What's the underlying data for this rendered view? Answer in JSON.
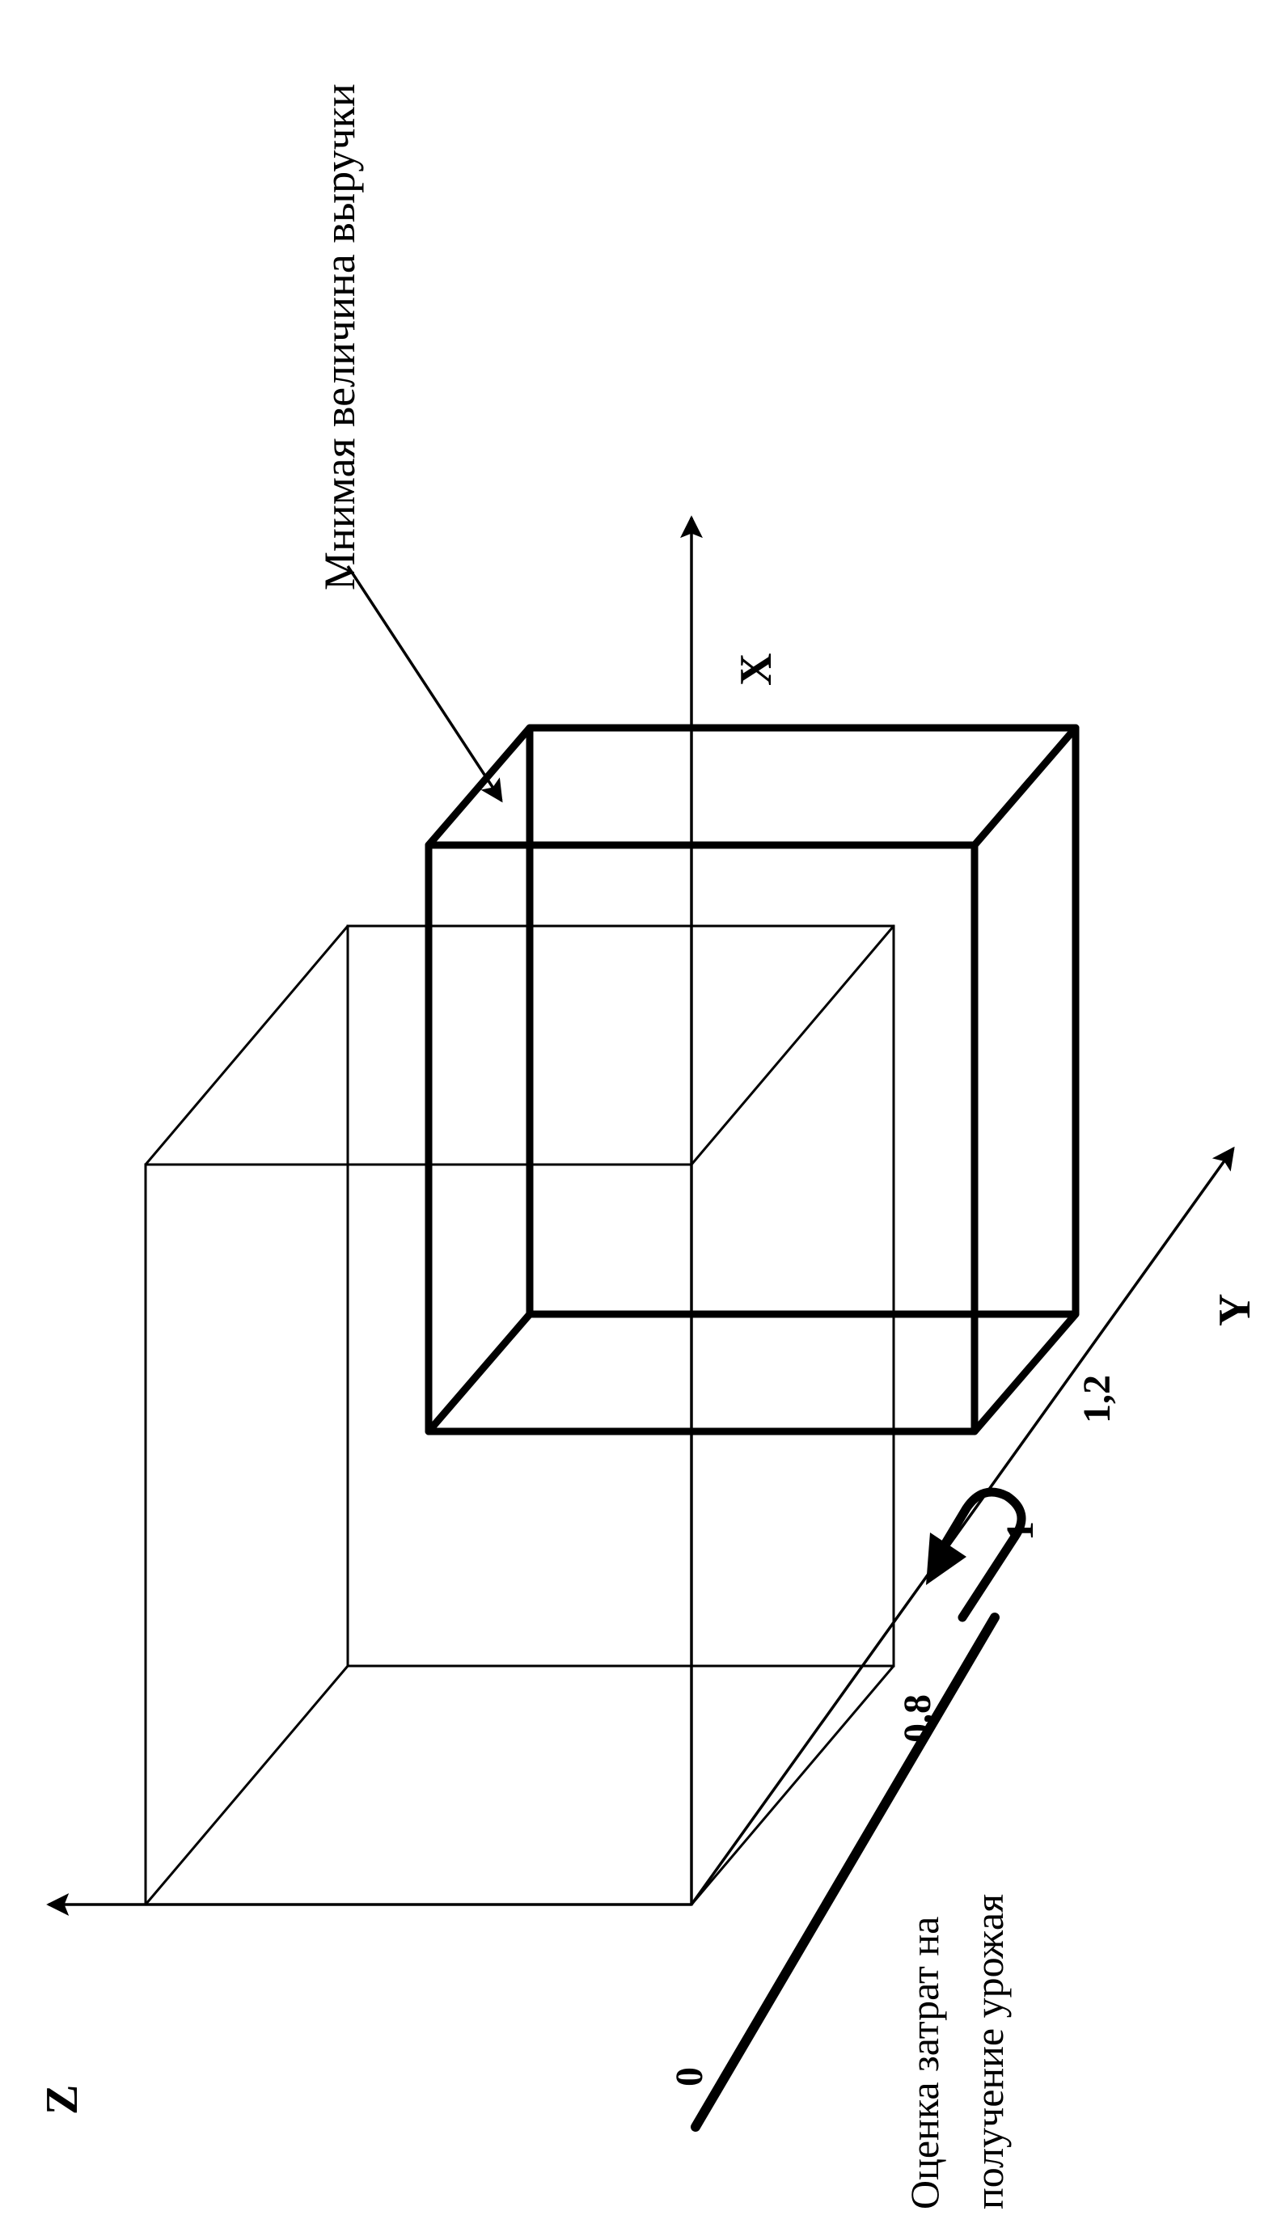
{
  "labels": {
    "revenue_label": "Мнимая величина выручки",
    "cost_label_line1": "Оценка затрат на",
    "cost_label_line2": "получение урожая",
    "axis_x": "X",
    "axis_y": "Y",
    "axis_z": "Z",
    "tick_0": "0",
    "tick_08": "0,8",
    "tick_1": "1",
    "tick_12": "1,2"
  }
}
